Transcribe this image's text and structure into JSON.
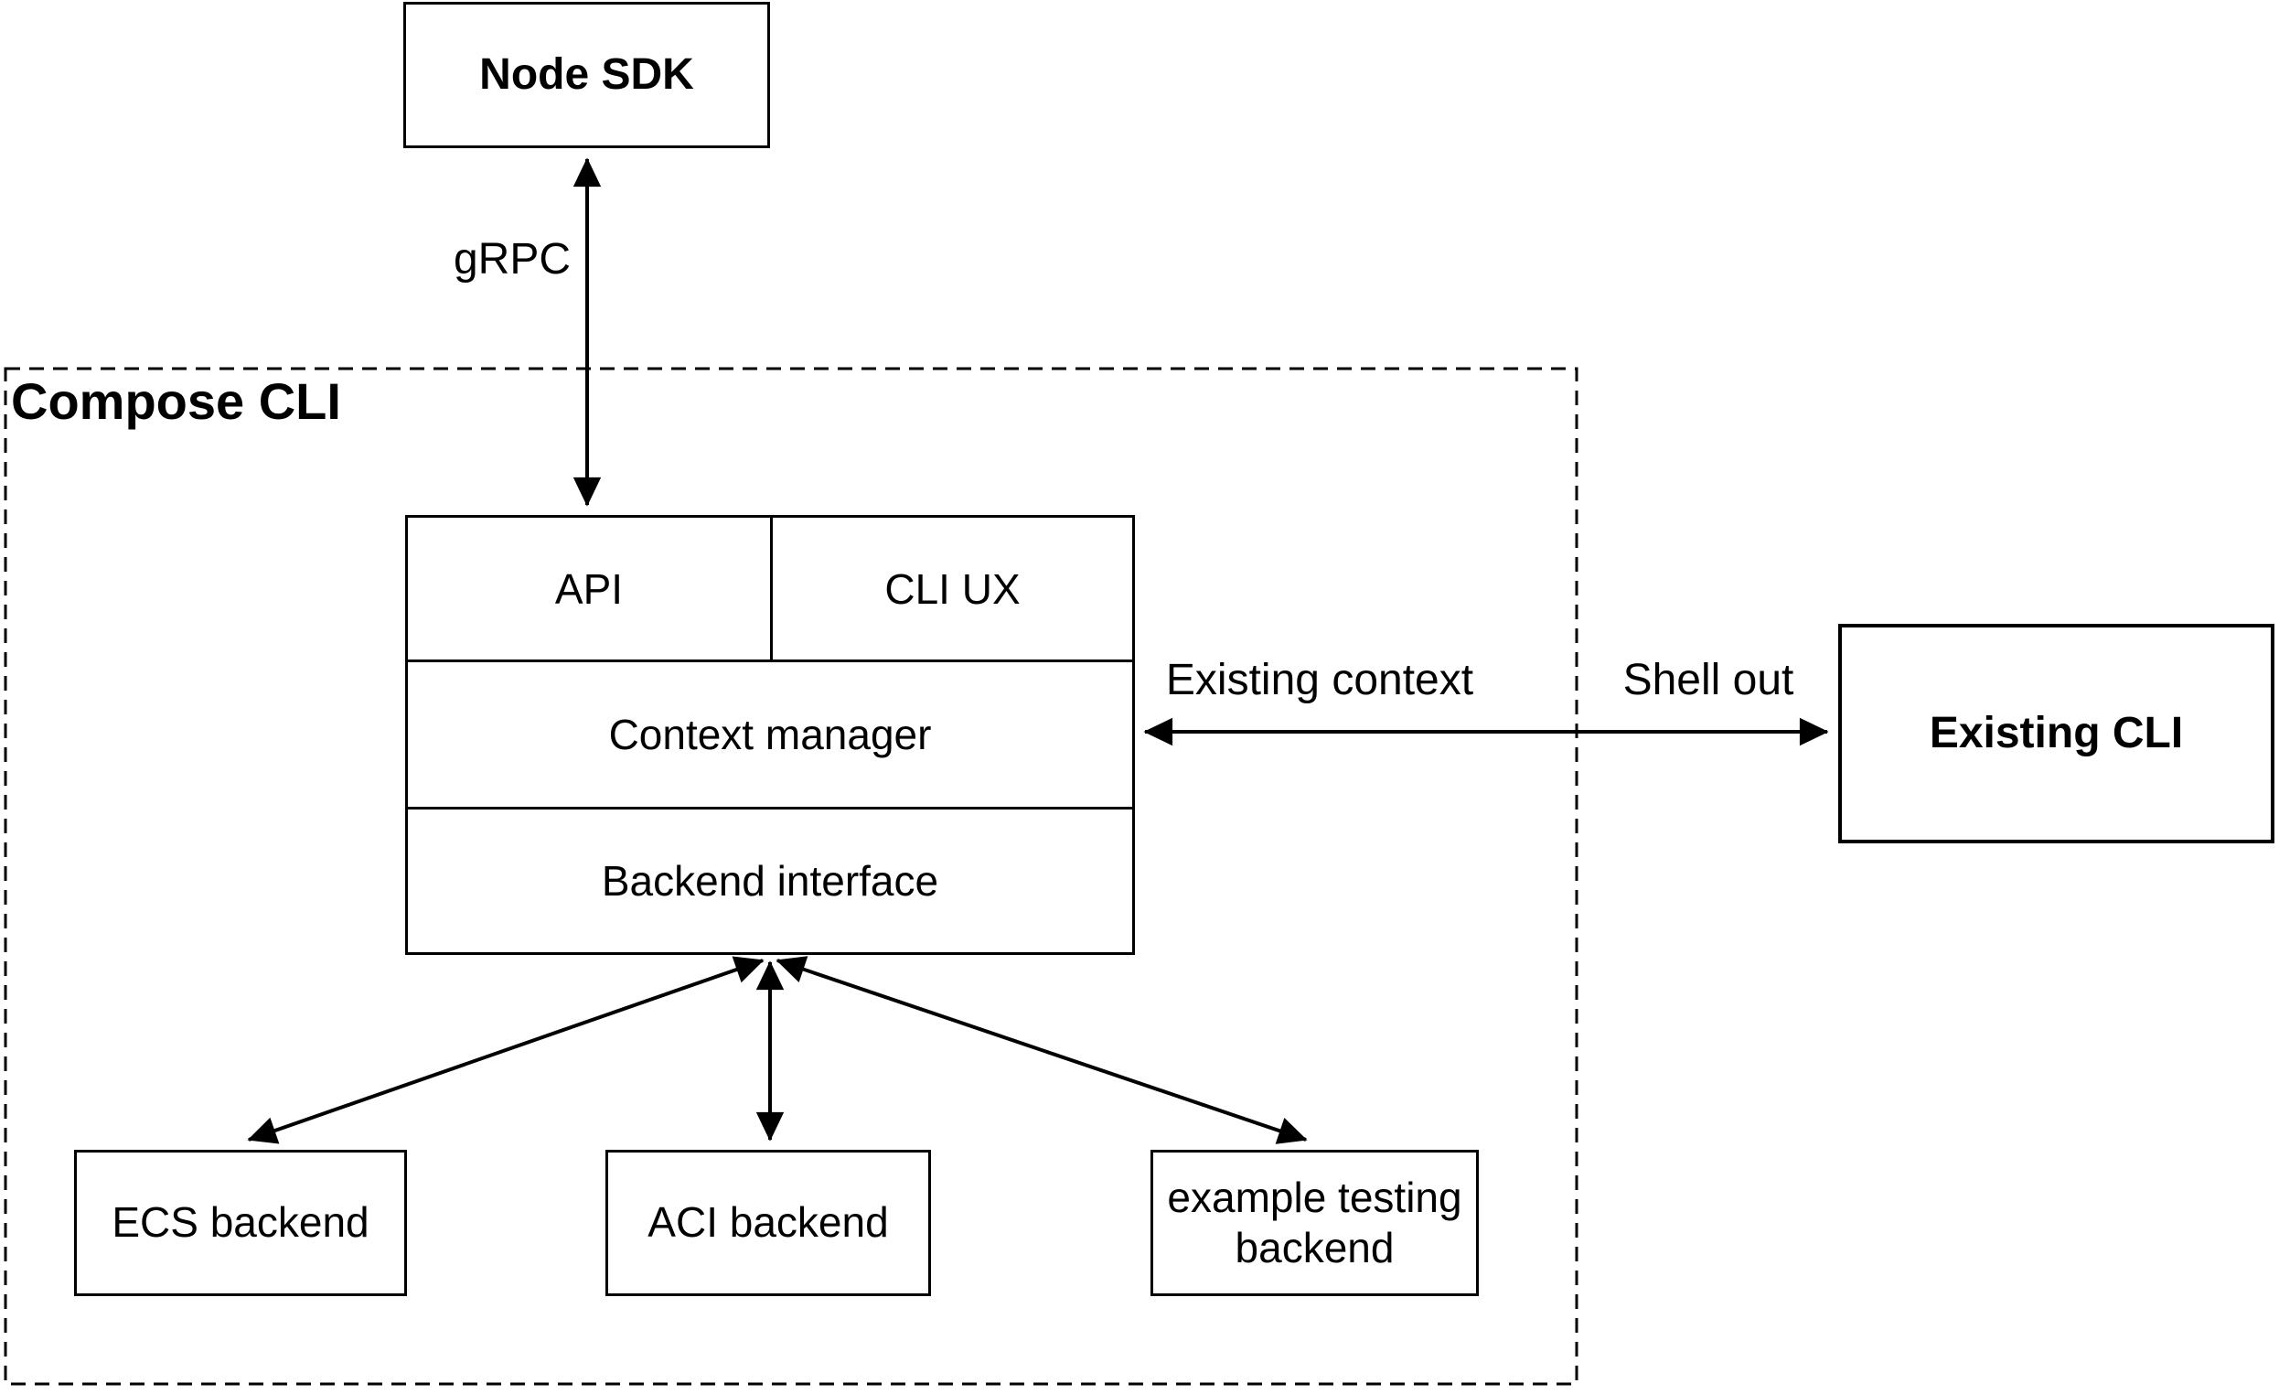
{
  "container": {
    "label": "Compose CLI"
  },
  "nodes": {
    "node_sdk": {
      "label": "Node SDK"
    },
    "api": {
      "label": "API"
    },
    "cli_ux": {
      "label": "CLI UX"
    },
    "context_manager": {
      "label": "Context manager"
    },
    "backend_interface": {
      "label": "Backend interface"
    },
    "existing_cli": {
      "label": "Existing CLI"
    },
    "ecs_backend": {
      "label": "ECS backend"
    },
    "aci_backend": {
      "label": "ACI backend"
    },
    "example_testing_backend": {
      "label": "example testing backend"
    }
  },
  "edges": {
    "grpc": {
      "label": "gRPC",
      "type": "double-arrow"
    },
    "existing_context": {
      "label": "Existing context",
      "type": "double-arrow"
    },
    "shell_out": {
      "label": "Shell out",
      "type": "double-arrow"
    },
    "backend_to_ecs": {
      "label": "",
      "type": "double-arrow"
    },
    "backend_to_aci": {
      "label": "",
      "type": "double-arrow"
    },
    "backend_to_example": {
      "label": "",
      "type": "double-arrow"
    }
  },
  "colors": {
    "stroke": "#000000",
    "background": "#ffffff"
  }
}
